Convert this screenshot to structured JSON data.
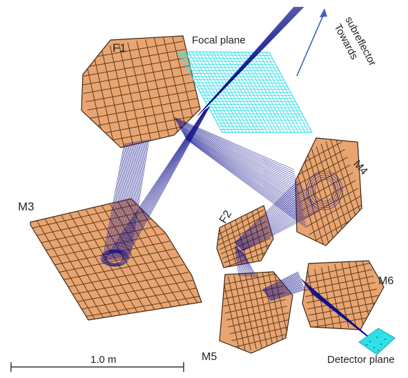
{
  "labels": {
    "f1": "F1",
    "focal_plane": "Focal plane",
    "towards_1": "Towards",
    "towards_2": "subreflector",
    "m4": "M4",
    "m3": "M3",
    "f2": "F2",
    "m6": "M6",
    "m5": "M5",
    "detector_plane": "Detector plane"
  },
  "scale_bar": {
    "label": "1.0 m"
  },
  "colors": {
    "mirror_fill": "#e8a571",
    "mirror_grid": "#5a3a1e",
    "mirror_edge": "#3b2410",
    "focal_plane_grid": "#39e0e8",
    "detector_fill": "#2fe0e6",
    "rays": "#0d0d8c",
    "arrow": "#3a67b8"
  }
}
